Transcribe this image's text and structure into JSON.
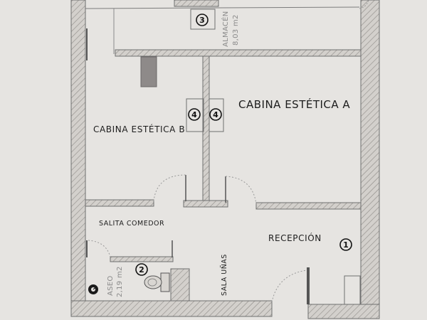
{
  "rooms": {
    "cabina_a": "CABINA ESTÉTICA A",
    "cabina_b": "CABINA ESTÉTICA B",
    "salita": "SALITA COMEDOR",
    "recepcion": "RECEPCIÓN",
    "sala_unas": "SALA UÑAS",
    "aseo": "ASEO",
    "aseo_area": "2,19 m2",
    "almacen": "ALMACÉN",
    "almacen_area": "8,03 m2"
  },
  "markers": {
    "almacen_marker": "3",
    "cabina_b_marker": "4",
    "cabina_a_marker": "4",
    "aseo_marker": "2",
    "recepcion_marker": "1"
  },
  "colors": {
    "background": "#e6e4e1",
    "wall": "#c9c6c2",
    "line": "#6f6f6f",
    "column": "#8e8a89"
  }
}
